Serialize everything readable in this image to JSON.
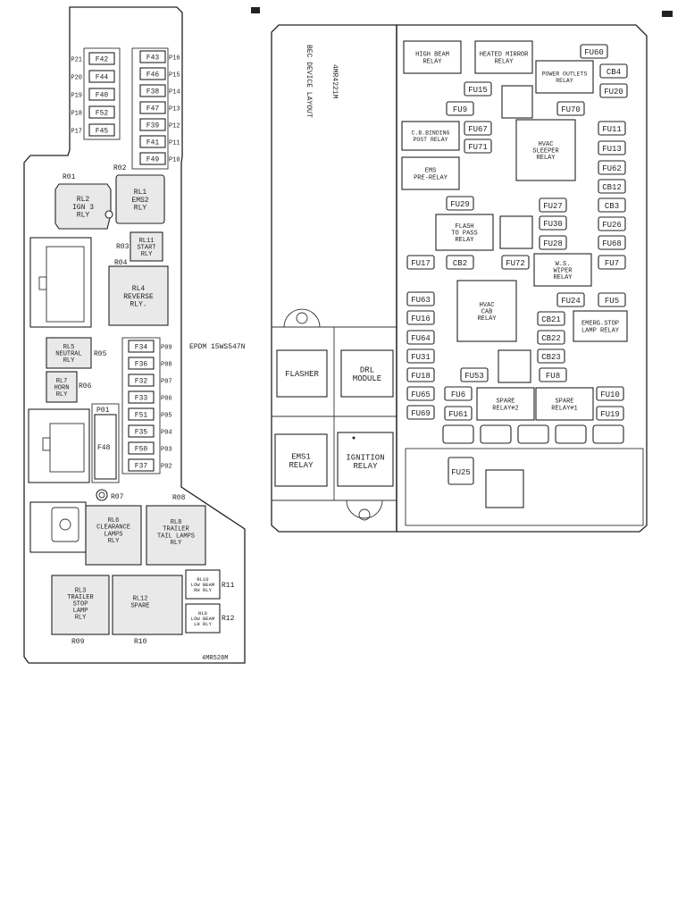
{
  "epdm": {
    "fuses_top": [
      {
        "label": "F42",
        "pin": "P21"
      },
      {
        "label": "F44",
        "pin": "P20"
      },
      {
        "label": "F40",
        "pin": "P19"
      },
      {
        "label": "F52",
        "pin": "P18"
      },
      {
        "label": "F45",
        "pin": "P17"
      }
    ],
    "fuses_right": [
      {
        "label": "F43",
        "pin": "P16"
      },
      {
        "label": "F46",
        "pin": "P15"
      },
      {
        "label": "F38",
        "pin": "P14"
      },
      {
        "label": "F47",
        "pin": "P13"
      },
      {
        "label": "F39",
        "pin": "P12"
      },
      {
        "label": "F41",
        "pin": "P11"
      },
      {
        "label": "F49",
        "pin": "P10"
      }
    ],
    "fuses_mid": [
      {
        "label": "F34",
        "pin": "P09"
      },
      {
        "label": "F36",
        "pin": "P08"
      },
      {
        "label": "F32",
        "pin": "P07"
      },
      {
        "label": "F33",
        "pin": "P06"
      },
      {
        "label": "F51",
        "pin": "P05"
      },
      {
        "label": "F35",
        "pin": "P04"
      },
      {
        "label": "F50",
        "pin": "P03"
      },
      {
        "label": "F37",
        "pin": "P02"
      }
    ],
    "relays": [
      {
        "lines": [
          "RL2",
          "IGN 3",
          "RLY"
        ]
      },
      {
        "lines": [
          "RL1",
          "EMS2",
          "RLY"
        ]
      },
      {
        "lines": [
          "RL11",
          "START",
          "RLY"
        ]
      },
      {
        "lines": [
          "RL4",
          "REVERSE",
          "RLY."
        ]
      },
      {
        "lines": [
          "RL5",
          "NEUTRAL",
          "RLY"
        ]
      },
      {
        "lines": [
          "RL7",
          "HORN",
          "RLY"
        ]
      },
      {
        "lines": [
          "RL6",
          "CLEARANCE",
          "LAMPS",
          "RLY"
        ]
      },
      {
        "lines": [
          "RL8",
          "TRAILER",
          "TAIL LAMPS",
          "RLY"
        ]
      },
      {
        "lines": [
          "RL3",
          "TRAILER",
          "STOP",
          "LAMP",
          "RLY"
        ]
      },
      {
        "lines": [
          "RL12",
          "SPARE"
        ]
      },
      {
        "lines": [
          "RL10",
          "LOW BEAM",
          "RH RLY"
        ]
      },
      {
        "lines": [
          "RL9",
          "LOW BEAM",
          "LH RLY"
        ]
      }
    ],
    "refs": {
      "r01": "R01",
      "r02": "R02",
      "r03": "R03",
      "r04": "R04",
      "r05": "R05",
      "r06": "R06",
      "r07": "R07",
      "r08": "R08",
      "r09": "R09",
      "r10": "R10",
      "r11": "R11",
      "r12": "R12"
    },
    "p01": "P01",
    "f48": "F48",
    "part_no": "EPDM 15WS547N",
    "doc_no": "4MR528M"
  },
  "bec": {
    "title": "BEC DEVICE LAYOUT",
    "doc_no": "4MR4221M",
    "modules": {
      "flasher": "FLASHER",
      "drl": [
        "DRL",
        "MODULE"
      ],
      "ems1": [
        "EMS1",
        "RELAY"
      ],
      "ignition": [
        "IGNITION",
        "RELAY"
      ]
    },
    "relays": {
      "high_beam": [
        "HIGH BEAM",
        "RELAY"
      ],
      "heated_mirror": [
        "HEATED MIRROR",
        "RELAY"
      ],
      "power_outlets": [
        "POWER OUTLETS",
        "RELAY"
      ],
      "cb_binding": [
        "C.B.BINDING",
        "POST RELAY"
      ],
      "hvac_sleeper": [
        "HVAC",
        "SLEEPER",
        "RELAY"
      ],
      "ems_pre": [
        "EMS",
        "PRE-RELAY"
      ],
      "flash_pass": [
        "FLASH",
        "TO PASS",
        "RELAY"
      ],
      "ws_wiper": [
        "W.S.",
        "WIPER",
        "RELAY"
      ],
      "hvac_cab": [
        "HVAC",
        "CAB",
        "RELAY"
      ],
      "emerg_stop": [
        "EMERG.STOP",
        "LAMP RELAY"
      ],
      "spare2": [
        "SPARE",
        "RELAY#2"
      ],
      "spare1": [
        "SPARE",
        "RELAY#1"
      ]
    },
    "fuses": {
      "fu60": "FU60",
      "cb4": "CB4",
      "fu20": "FU20",
      "fu15": "FU15",
      "fu9": "FU9",
      "fu70": "FU70",
      "fu67": "FU67",
      "fu71": "FU71",
      "fu11": "FU11",
      "fu13": "FU13",
      "fu62": "FU62",
      "cb12": "CB12",
      "fu29": "FU29",
      "fu27": "FU27",
      "cb3": "CB3",
      "fu30": "FU30",
      "fu26": "FU26",
      "fu28": "FU28",
      "fu68": "FU68",
      "fu17": "FU17",
      "cb2": "CB2",
      "fu72": "FU72",
      "fu7": "FU7",
      "fu63": "FU63",
      "fu24": "FU24",
      "fu5": "FU5",
      "fu16": "FU16",
      "cb21": "CB21",
      "fu64": "FU64",
      "cb22": "CB22",
      "fu31": "FU31",
      "cb23": "CB23",
      "fu18": "FU18",
      "fu53": "FU53",
      "fu8": "FU8",
      "fu65": "FU65",
      "fu6": "FU6",
      "fu10": "FU10",
      "fu69": "FU69",
      "fu61": "FU61",
      "fu19": "FU19",
      "fu25": "FU25"
    }
  }
}
